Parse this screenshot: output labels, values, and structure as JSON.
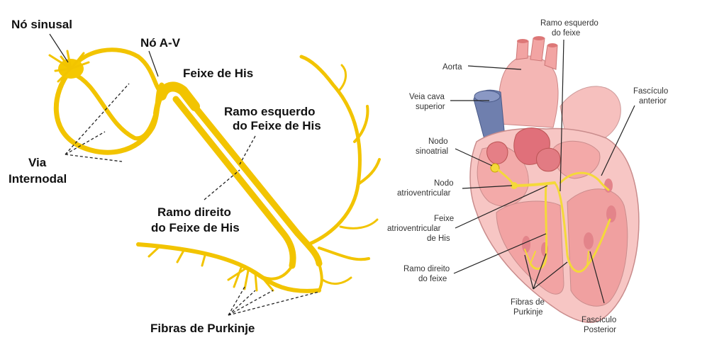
{
  "left_diagram": {
    "labels": {
      "sinus_node": "Nó sinusal",
      "av_node": "Nó A-V",
      "his_bundle": "Feixe de His",
      "left_branch_line1": "Ramo esquerdo",
      "left_branch_line2": "do Feixe de His",
      "internodal_line1": "Via",
      "internodal_line2": "Internodal",
      "right_branch_line1": "Ramo direito",
      "right_branch_line2": "do Feixe de His",
      "purkinje": "Fibras de Purkinje"
    },
    "colors": {
      "conduction": "#f2c400",
      "node": "#f5c800"
    }
  },
  "right_diagram": {
    "labels": {
      "left_branch_line1": "Ramo esquerdo",
      "left_branch_line2": "do feixe",
      "aorta": "Aorta",
      "superior_vena_cava_line1": "Veia cava",
      "superior_vena_cava_line2": "superior",
      "anterior_fascicle_line1": "Fascículo",
      "anterior_fascicle_line2": "anterior",
      "sa_node_line1": "Nodo",
      "sa_node_line2": "sinoatrial",
      "av_node_line1": "Nodo",
      "av_node_line2": "atrioventricular",
      "av_bundle_line1": "Feixe",
      "av_bundle_line2": "atrioventricular",
      "av_bundle_line3": "de His",
      "right_branch_line1": "Ramo direito",
      "right_branch_line2": "do feixe",
      "purkinje_line1": "Fibras de",
      "purkinje_line2": "Purkinje",
      "posterior_fascicle_line1": "Fascículo",
      "posterior_fascicle_line2": "Posterior"
    },
    "colors": {
      "heart_tissue": "#f7c6c4",
      "chamber": "#f1a3a4",
      "vena_cava": "#6f7fae",
      "conduction": "#f4d93a"
    }
  }
}
